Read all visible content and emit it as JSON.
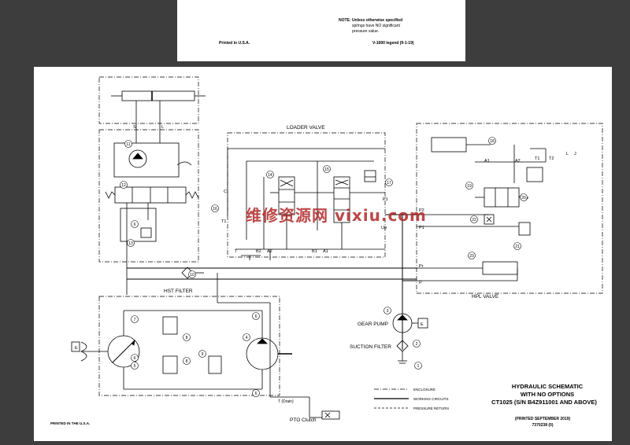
{
  "top_sheet": {
    "note_line1": "NOTE: Unless otherwise specified",
    "note_line2": "springs have NO significant",
    "note_line3": "pressure value.",
    "printed_in": "Printed in U.S.A.",
    "legend_ref": "V-1690 legend (9-1-19)"
  },
  "labels": {
    "loader_valve": "LOADER VALVE",
    "hst_filter": "HST FILTER",
    "hpl_valve": "HPL VALVE",
    "gear_pump": "GEAR PUMP",
    "suction_filter": "SUCTION FILTER",
    "pto_clutch": "PTO Clutch",
    "t_drain": "T (Drain)",
    "port_s": "S",
    "port_l": "L",
    "port_c": "C",
    "port_t": "T",
    "port_t1": "T1",
    "port_t2": "T2",
    "port_b2": "B2",
    "port_a2": "A2",
    "port_b1": "B1",
    "port_a1": "A1",
    "port_p1": "P1",
    "port_up": "Up",
    "port_p2": "P2",
    "port_pr": "Pr",
    "port_p": "P",
    "port_a1_hpl": "A1",
    "port_a2_hpl": "A2",
    "port_e_pump": "E",
    "port_e_left": "E",
    "port_l_right": "L",
    "port_j_right": "J"
  },
  "callouts": [
    "1",
    "2",
    "3",
    "4",
    "5",
    "6",
    "7",
    "8",
    "9",
    "10",
    "11",
    "12",
    "13",
    "14",
    "15",
    "16",
    "17",
    "18",
    "19",
    "20",
    "21",
    "22",
    "23"
  ],
  "legend": {
    "enclosure": "ENCLOSURE",
    "working": "WORKING CIRCUITS",
    "pressure_return": "PRESSURE RETURN"
  },
  "title_block": {
    "line1": "HYDRAULIC SCHEMATIC",
    "line2": "WITH NO OPTIONS",
    "line3": "CT1025 (S/N B4Z911001 AND ABOVE)",
    "printed": "(PRINTED SEPTEMBER 2019)",
    "doc_number": "7370238 (0)"
  },
  "footer": {
    "printed_in": "PRINTED IN THE U.S.A."
  },
  "watermark": "维修资源网 vixiu.com",
  "colors": {
    "page_bg": "#3d3d3d",
    "sheet": "#ffffff",
    "line": "#000000",
    "watermark": "#af2828"
  }
}
